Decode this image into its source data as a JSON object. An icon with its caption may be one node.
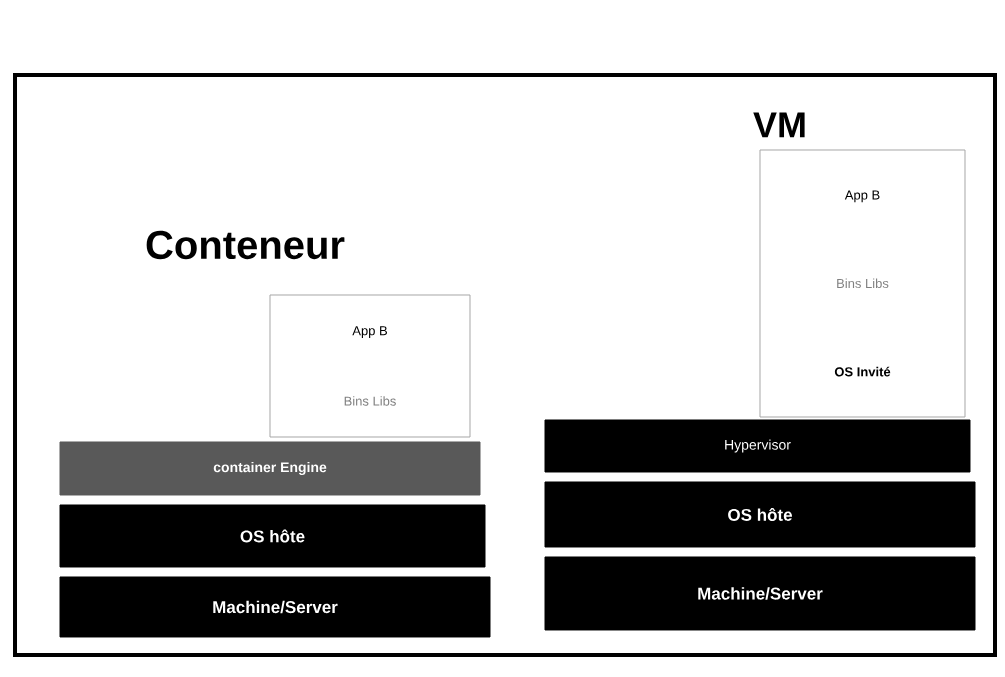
{
  "diagram": {
    "nodes": [
      {
        "text": [
          "App B",
          "Bins Libs"
        ]
      },
      {
        "text": [
          "container Engine"
        ]
      },
      {
        "text": [
          "OS hôte"
        ]
      },
      {
        "text": [
          "Machine/Server"
        ]
      },
      {
        "text": [
          "App B",
          "Bins Libs",
          "OS Invité"
        ]
      },
      {
        "text": [
          "Hypervisor"
        ]
      },
      {
        "text": [
          "OS hôte"
        ]
      },
      {
        "text": [
          "Machine/Server"
        ]
      }
    ],
    "edges": [],
    "labels": [
      "Conteneur",
      "VM"
    ]
  }
}
